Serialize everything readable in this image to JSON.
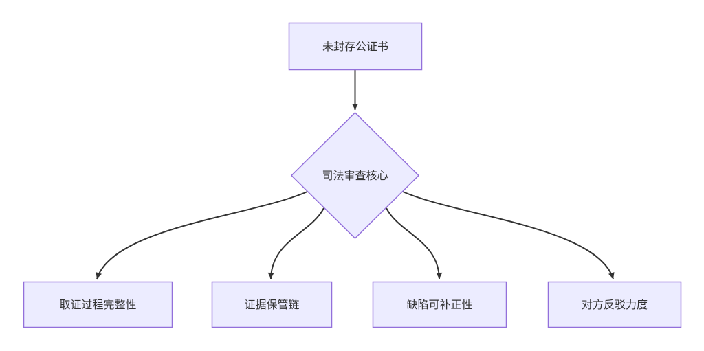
{
  "diagram": {
    "type": "flowchart",
    "direction": "top-down",
    "nodes": [
      {
        "id": "source",
        "shape": "rectangle",
        "label": "未封存公证书"
      },
      {
        "id": "decision",
        "shape": "diamond",
        "label": "司法审查核心"
      },
      {
        "id": "factor1",
        "shape": "rectangle",
        "label": "取证过程完整性"
      },
      {
        "id": "factor2",
        "shape": "rectangle",
        "label": "证据保管链"
      },
      {
        "id": "factor3",
        "shape": "rectangle",
        "label": "缺陷可补正性"
      },
      {
        "id": "factor4",
        "shape": "rectangle",
        "label": "对方反驳力度"
      }
    ],
    "edges": [
      {
        "from": "未封存公证书",
        "to": "司法审查核心",
        "style": "arrow"
      },
      {
        "from": "司法审查核心",
        "to": "取证过程完整性",
        "style": "arrow"
      },
      {
        "from": "司法审查核心",
        "to": "证据保管链",
        "style": "arrow"
      },
      {
        "from": "司法审查核心",
        "to": "缺陷可补正性",
        "style": "arrow"
      },
      {
        "from": "司法审查核心",
        "to": "对方反驳力度",
        "style": "arrow"
      }
    ],
    "colors": {
      "node_fill": "#ECECFF",
      "node_border": "#9370DB",
      "edge_stroke": "#333333",
      "text": "#333333",
      "background": "#ffffff"
    }
  }
}
